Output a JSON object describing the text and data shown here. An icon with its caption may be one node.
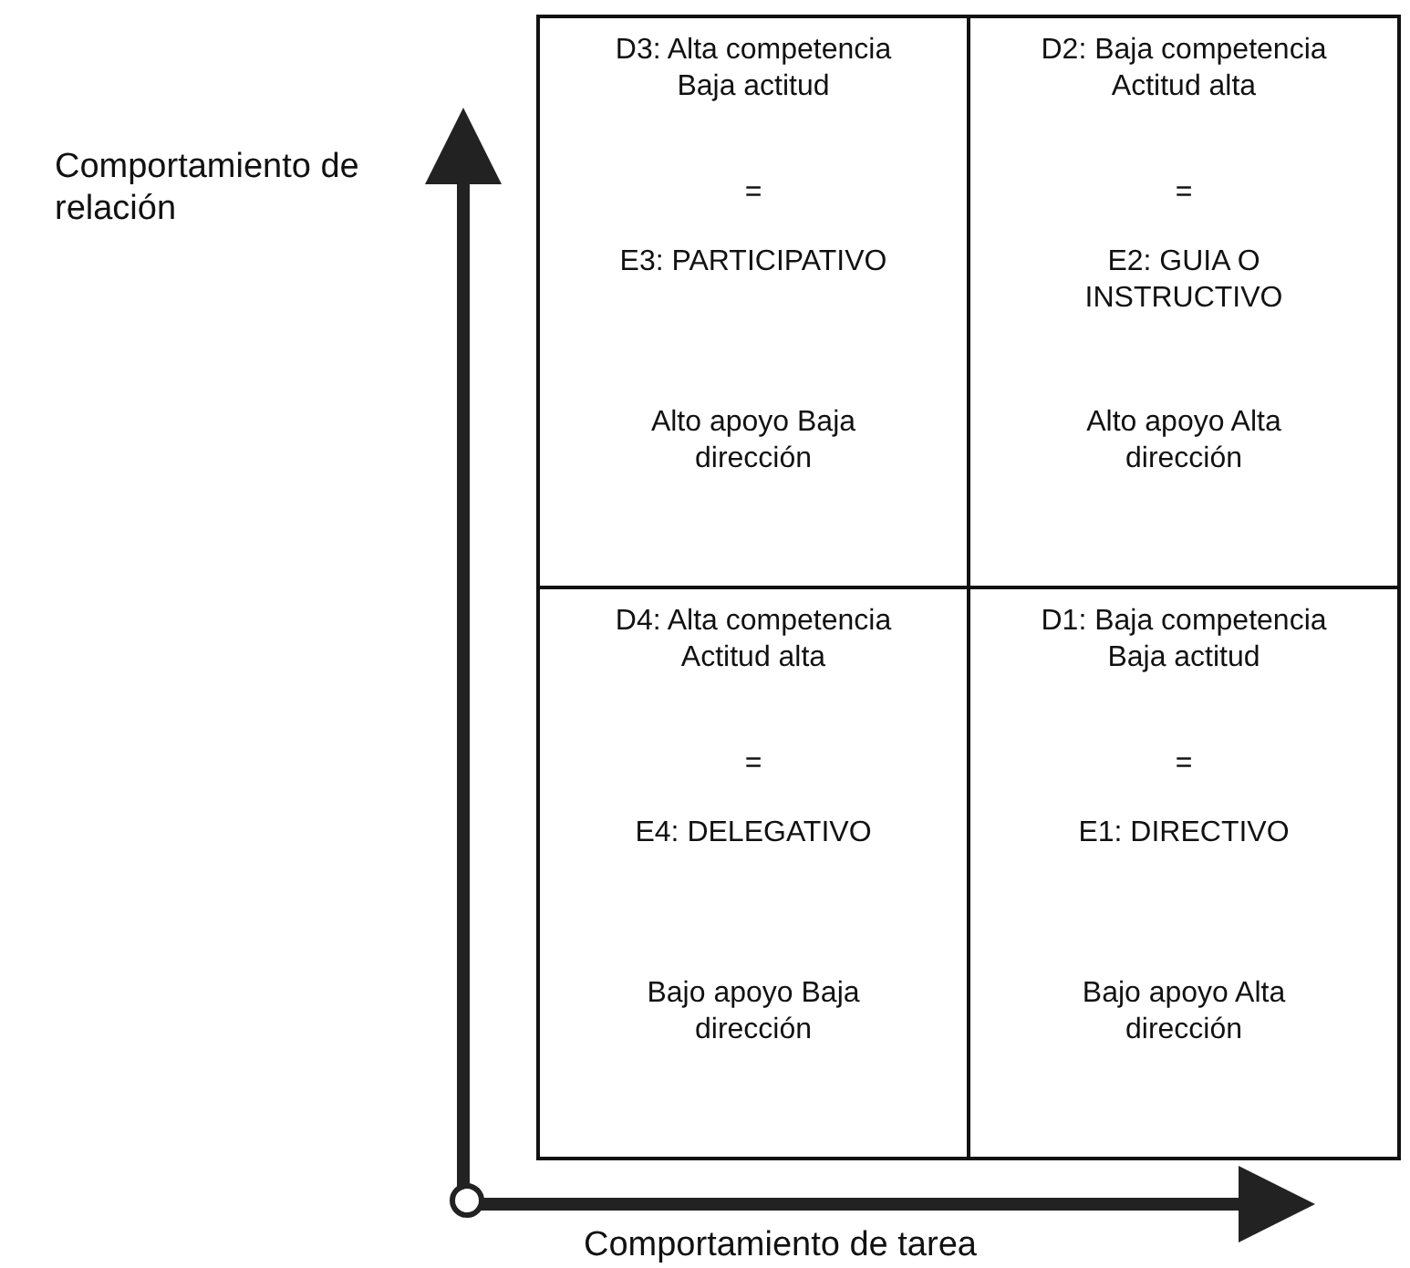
{
  "diagram": {
    "nodes": [
      {
        "text": [
          "D3: Alta competencia Baja actitud",
          "=",
          "E3: PARTICIPATIVO",
          "Alto apoyo Baja dirección"
        ]
      },
      {
        "text": [
          "D2: Baja competencia Actitud alta",
          "=",
          "E2: GUIA O INSTRUCTIVO",
          "Alto apoyo Alta dirección"
        ]
      },
      {
        "text": [
          "D4: Alta competencia Actitud alta",
          "=",
          "E4: DELEGATIVO",
          "Bajo apoyo Baja dirección"
        ]
      },
      {
        "text": [
          "D1: Baja competencia Baja actitud",
          "=",
          "E1: DIRECTIVO",
          "Bajo apoyo Alta dirección"
        ]
      }
    ],
    "edges": [],
    "labels": [
      "Comportamiento de relación",
      "Comportamiento de tarea"
    ]
  }
}
